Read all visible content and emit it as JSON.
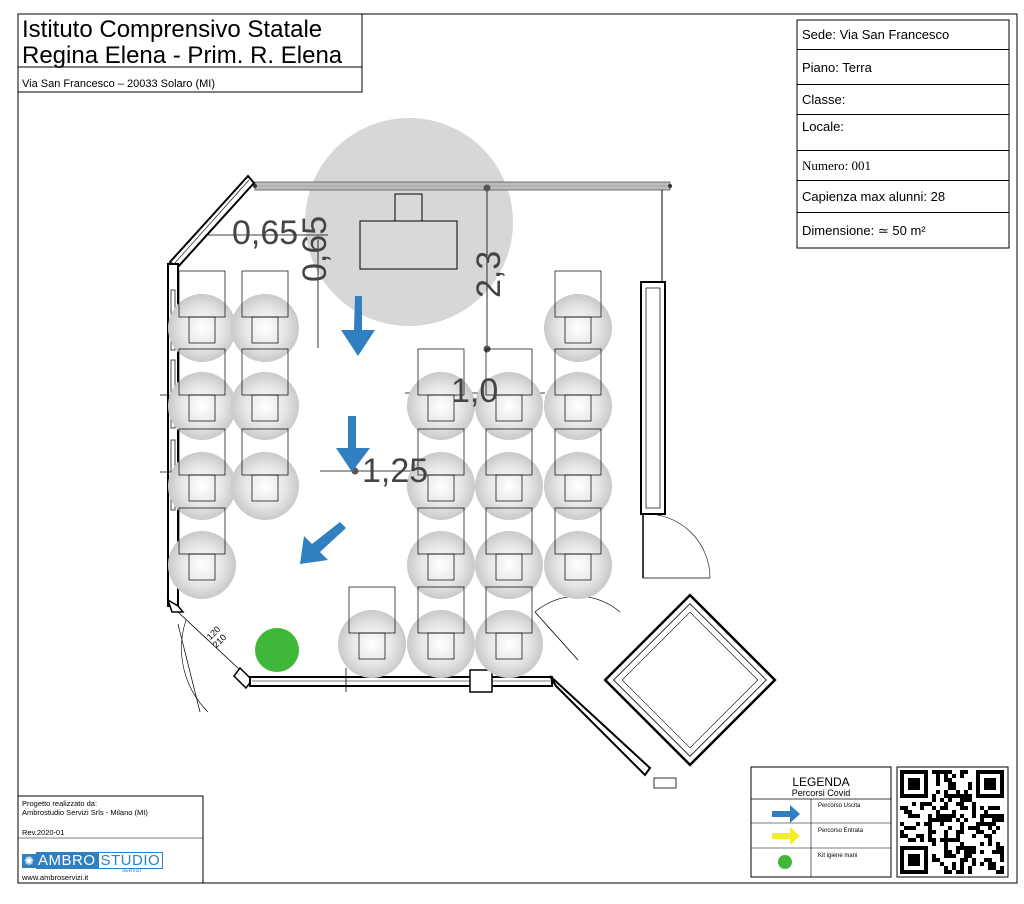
{
  "header": {
    "title_line1": "Istituto Comprensivo Statale",
    "title_line2": "Regina Elena - Prim. R. Elena",
    "address": "Via San Francesco – 20033 Solaro (MI)"
  },
  "info_box": {
    "sede": "Sede:  Via San Francesco",
    "piano": "Piano: Terra",
    "classe": "Classe:",
    "locale": "Locale:",
    "numero": "Numero: 001",
    "capienza": "Capienza max alunni: 28",
    "dimensione": "Dimensione: ≃ 50 m²"
  },
  "dimensions": {
    "d1": "0,65",
    "d2": "0,65",
    "d3": "2,3",
    "d4": "1,0",
    "d5": "1,25",
    "door": "120",
    "door_h": "210"
  },
  "credits": {
    "line1": "Progetto realizzato da:",
    "line2": "Ambrostudio Servizi Srls - Milano (MI)",
    "rev": "Rev.2020-01",
    "logo_a": "AMBRO",
    "logo_b": "STUDIO",
    "logo_sub": "SERVIZI",
    "website": "www.ambroservizi.it"
  },
  "legend": {
    "title": "LEGENDA",
    "subtitle": "Percorsi Covid",
    "exit": "Percorso Uscita",
    "entry": "Percorso Entrata",
    "kit": "Kit igiene mani"
  },
  "colors": {
    "exit_arrow": "#2f7fc1",
    "entry_arrow": "#f4ee2a",
    "kit_dot": "#3fb83a",
    "safety_circle": "#d3d3d3"
  }
}
